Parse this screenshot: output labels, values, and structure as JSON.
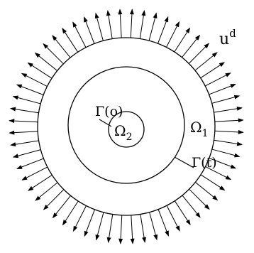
{
  "diagram": {
    "labels": {
      "far_field_velocity": {
        "main": "u",
        "superscript": "d"
      },
      "initial_interface": "Γ(o)",
      "interface": "Γ(t)",
      "outer_domain": {
        "main": "Ω",
        "subscript": "1"
      },
      "inner_domain": {
        "main": "Ω",
        "subscript": "2"
      }
    },
    "boundary_arrows": {
      "count": 60,
      "direction": "outward"
    },
    "colors": {
      "stroke": "#000000",
      "background": "#ffffff"
    }
  }
}
